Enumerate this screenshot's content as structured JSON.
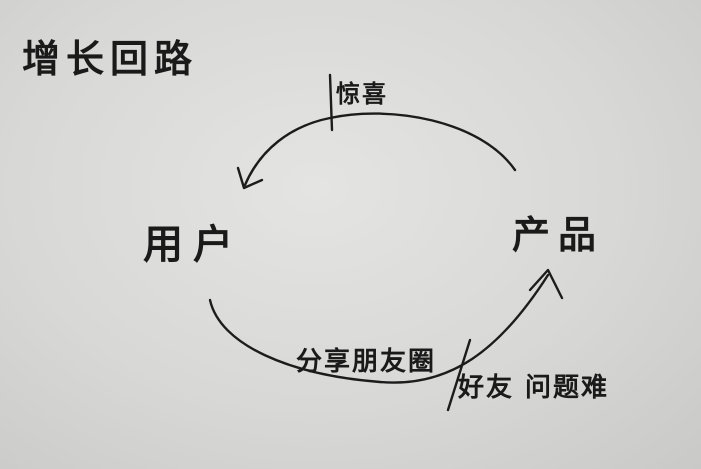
{
  "title": "增长回路",
  "nodes": {
    "user": "用户",
    "product": "产品"
  },
  "edges": {
    "top": "惊喜",
    "bottom": "分享朋友圈",
    "blocker": "好友 问题难"
  }
}
